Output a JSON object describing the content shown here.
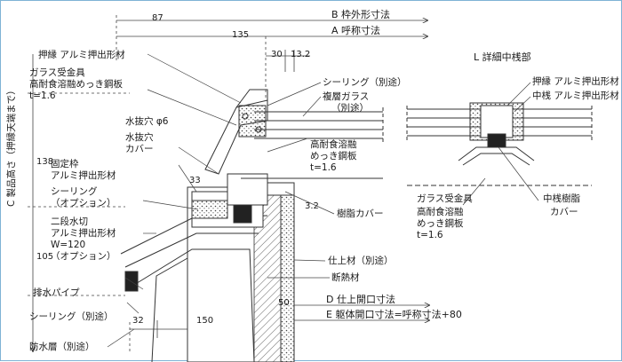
{
  "dims": {
    "top_87": "87",
    "top_135": "135",
    "top_30": "30",
    "top_13_2": "13.2",
    "left_138": "138",
    "left_105": "105",
    "mid_33": "33",
    "right_3_2": "3.2",
    "bottom_50": "50",
    "bottom_32": "32",
    "bottom_150": "150"
  },
  "axis_labels": {
    "B": "B 枠外形寸法",
    "A": "A 呼称寸法",
    "C": "C 製品高さ（押縁天端まで）",
    "D": "D 仕上開口寸法",
    "E": "E 躯体開口寸法=呼称寸法+80"
  },
  "detail_title": "L 詳細中桟部",
  "left_labels": {
    "oshibuchi": "押縁 アルミ押出形材",
    "glass_kanagu_1": "ガラス受金具",
    "glass_kanagu_2": "高耐食溶融めっき鋼板",
    "glass_kanagu_3": "t=1.6",
    "mizunuki_1": "水抜穴 φ6",
    "mizunuki_2": "水抜穴",
    "mizunuki_3": "カバー",
    "koteiwaku_1": "固定枠",
    "koteiwaku_2": "アルミ押出形材",
    "sealing_opt_1": "シーリング",
    "sealing_opt_2": "（オプション）",
    "nidan_1": "二段水切",
    "nidan_2": "アルミ押出形材",
    "nidan_3": "W=120",
    "nidan_4": "（オプション）",
    "haisui": "排水パイプ",
    "sealing_betto": "シーリング（別途）",
    "bousui": "防水層（別途）"
  },
  "right_labels": {
    "sealing": "シーリング（別途）",
    "glass_1": "複層ガラス",
    "glass_2": "（別途）",
    "steel_1": "高耐食溶融",
    "steel_2": "めっき鋼板",
    "steel_3": "t=1.6",
    "jushi_cover": "樹脂カバー",
    "shiage": "仕上材（別途）",
    "dannetsu": "断熱材"
  },
  "detail_labels": {
    "oshibuchi": "押縁 アルミ押出形材",
    "nakasan": "中桟 アルミ押出形材",
    "kanagu_1": "ガラス受金具",
    "kanagu_2": "高耐食溶融",
    "kanagu_3": "めっき鋼板",
    "kanagu_4": "t=1.6",
    "jushi_1": "中桟樹脂",
    "jushi_2": "カバー"
  }
}
